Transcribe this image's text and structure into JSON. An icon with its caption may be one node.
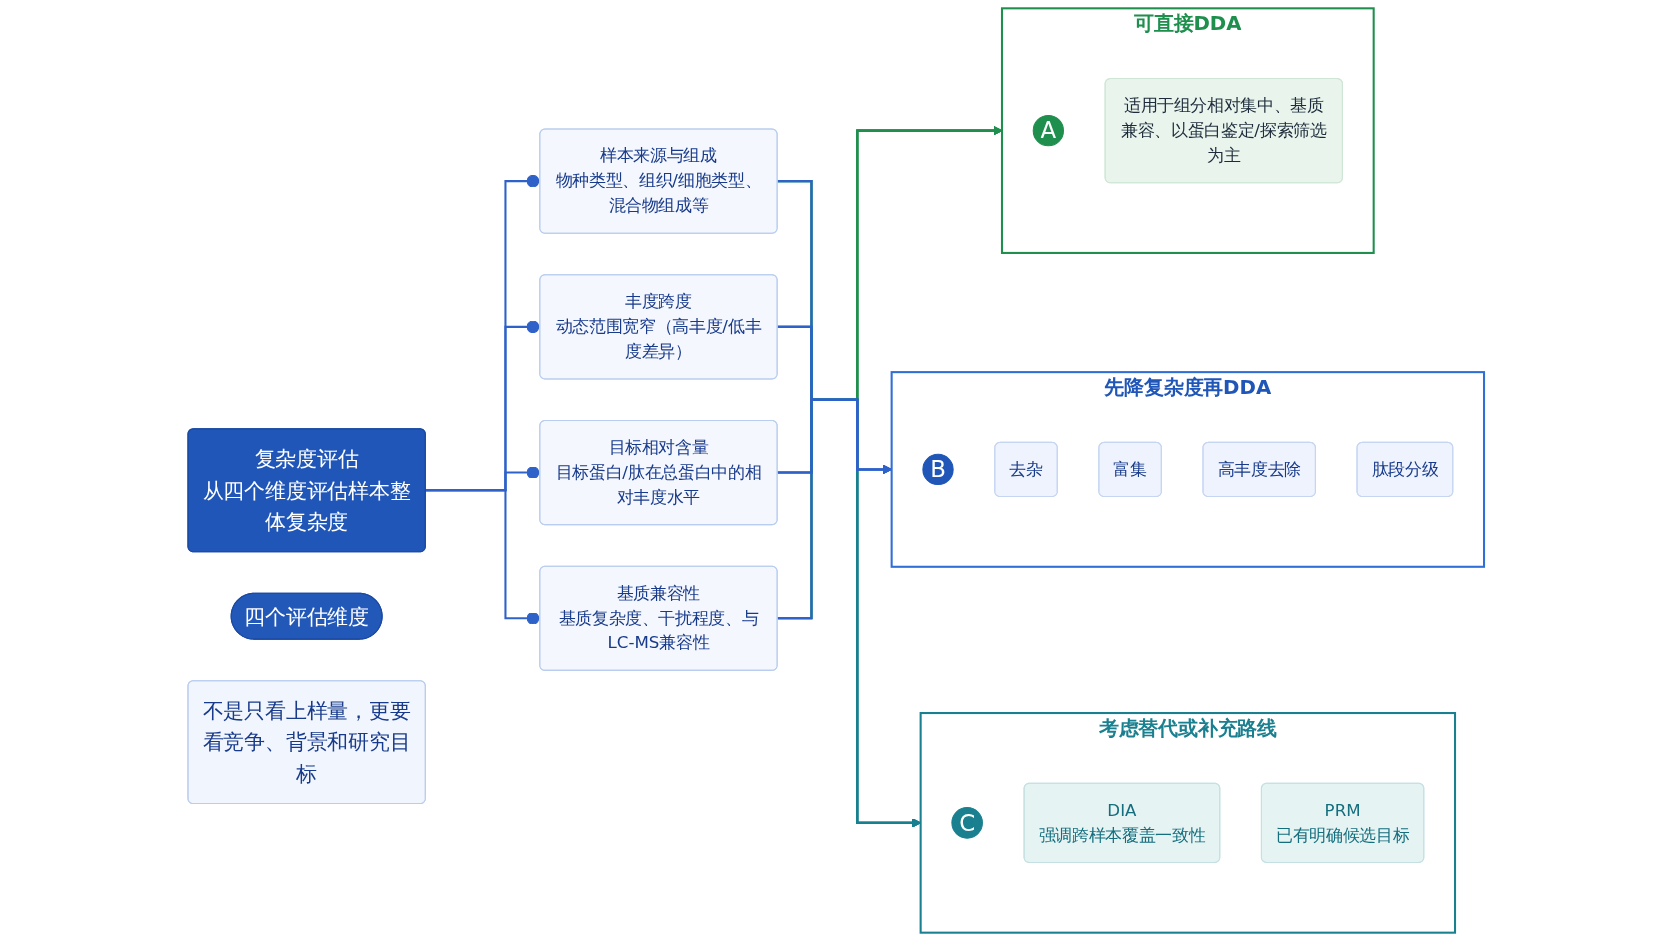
{
  "diagram": {
    "nodes": [
      {
        "text": [
          "复杂度评估",
          "从四个维度评估样本整体复杂度"
        ]
      },
      {
        "text": [
          "四个评估维度"
        ]
      },
      {
        "text": [
          "样本来源与组成",
          "物种类型、组织/细胞类型、混合物组成等"
        ]
      },
      {
        "text": [
          "丰度跨度",
          "动态范围宽窄（高丰度/低丰度差异）"
        ]
      },
      {
        "text": [
          "目标相对含量",
          "目标蛋白/肽在总蛋白中的相对丰度水平"
        ]
      },
      {
        "text": [
          "基质兼容性",
          "基质复杂度、干扰程度、与LC-MS兼容性"
        ]
      },
      {
        "text": [
          "可直接DDA"
        ]
      },
      {
        "text": [
          "A"
        ],
        "in": 6
      },
      {
        "text": [
          "适用于组分相对集中、基质兼容、以蛋白鉴定/探索筛选为主"
        ],
        "in": 6
      },
      {
        "text": [
          "先降复杂度再DDA"
        ]
      },
      {
        "text": [
          "B"
        ],
        "in": 9
      },
      {
        "text": [
          "去杂"
        ],
        "in": 9
      },
      {
        "text": [
          "富集"
        ],
        "in": 9
      },
      {
        "text": [
          "高丰度去除"
        ],
        "in": 9
      },
      {
        "text": [
          "肽段分级"
        ],
        "in": 9
      },
      {
        "text": [
          "考虑替代或补充路线"
        ]
      },
      {
        "text": [
          "C"
        ],
        "in": 15
      },
      {
        "text": [
          "DIA",
          "强调跨样本覆盖一致性"
        ],
        "in": 15
      },
      {
        "text": [
          "PRM",
          "已有明确候选目标"
        ],
        "in": 15
      },
      {
        "text": [
          "不是只看上样量，更要看竞争、背景和研究目标"
        ]
      }
    ],
    "edges": [
      {
        "from": 0,
        "to": 2,
        "arrow": "other"
      },
      {
        "from": 0,
        "to": 3,
        "arrow": "other"
      },
      {
        "from": 0,
        "to": 4,
        "arrow": "other"
      },
      {
        "from": 0,
        "to": 5,
        "arrow": "other"
      },
      {
        "from": 2,
        "to": 6,
        "arrow": "to",
        "color": "#1f8f4e"
      },
      {
        "from": 3,
        "to": 6,
        "arrow": "to",
        "color": "#1f8f4e"
      },
      {
        "from": 4,
        "to": 6,
        "arrow": "to",
        "color": "#1f8f4e"
      },
      {
        "from": 5,
        "to": 6,
        "arrow": "to",
        "color": "#1f8f4e"
      },
      {
        "from": 2,
        "to": 9,
        "arrow": "to"
      },
      {
        "from": 3,
        "to": 9,
        "arrow": "to"
      },
      {
        "from": 4,
        "to": 9,
        "arrow": "to"
      },
      {
        "from": 5,
        "to": 9,
        "arrow": "to"
      },
      {
        "from": 2,
        "to": 15,
        "arrow": "to",
        "color": "#17808f"
      },
      {
        "from": 3,
        "to": 15,
        "arrow": "to",
        "color": "#17808f"
      },
      {
        "from": 4,
        "to": 15,
        "arrow": "to",
        "color": "#17808f"
      },
      {
        "from": 5,
        "to": 15,
        "arrow": "to",
        "color": "#17808f"
      }
    ]
  }
}
